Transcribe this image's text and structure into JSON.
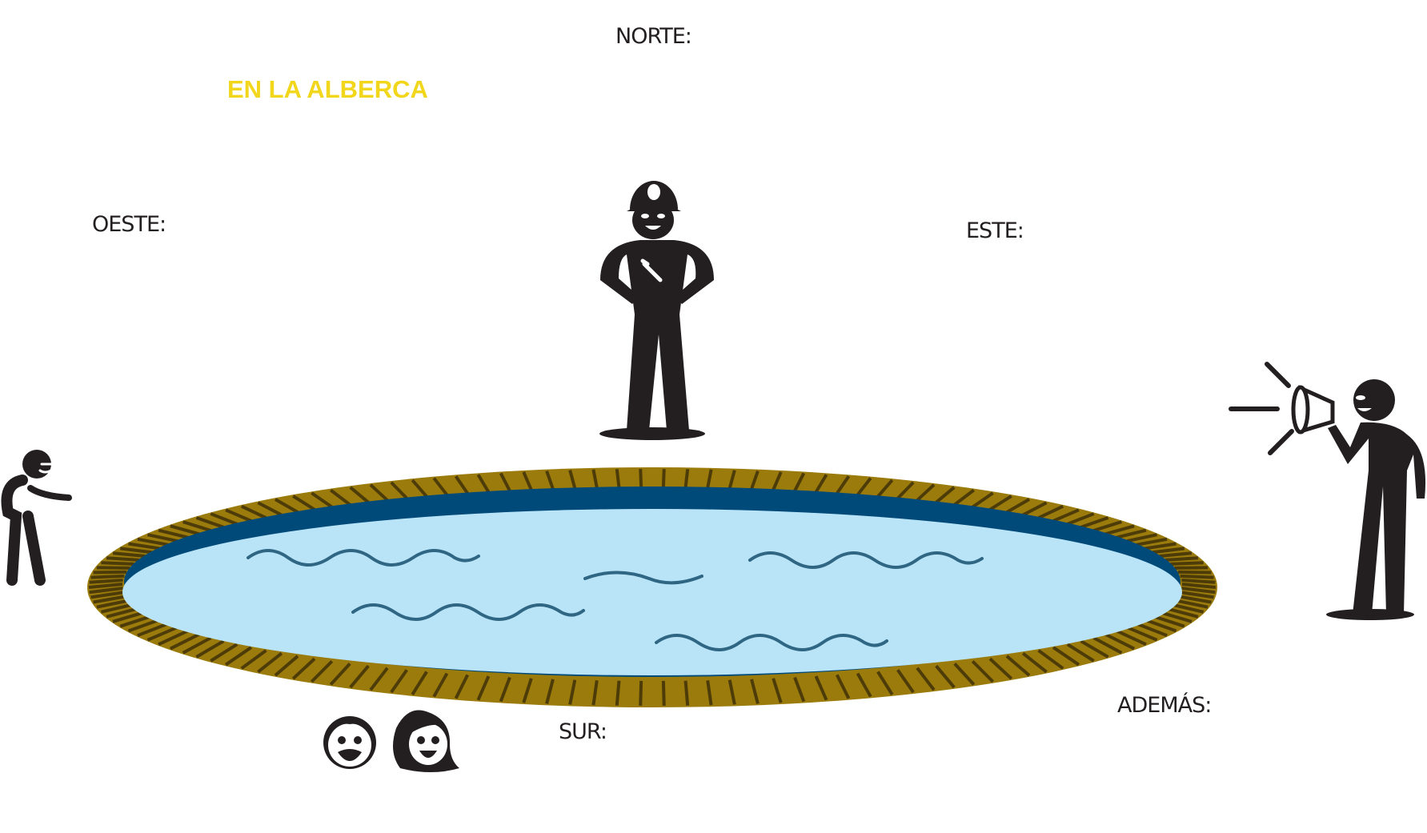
{
  "title": "EN LA ALBERCA",
  "labels": {
    "north": "NORTE:",
    "west": "OESTE:",
    "east": "ESTE:",
    "south": "SUR:",
    "also": "ADEMÁS:"
  },
  "colors": {
    "title": "#f2d61c",
    "ink": "#231f20",
    "rim": "#9b7b0c",
    "rim_tick": "#4d3c08",
    "pool_edge": "#004a7a",
    "water": "#b9e4f8",
    "wave": "#2f6683"
  },
  "icons": [
    "lifeguard-worker-icon",
    "wrench-icon",
    "pointing-person-icon",
    "megaphone-person-icon",
    "man-face-icon",
    "woman-face-icon",
    "pool-icon"
  ]
}
